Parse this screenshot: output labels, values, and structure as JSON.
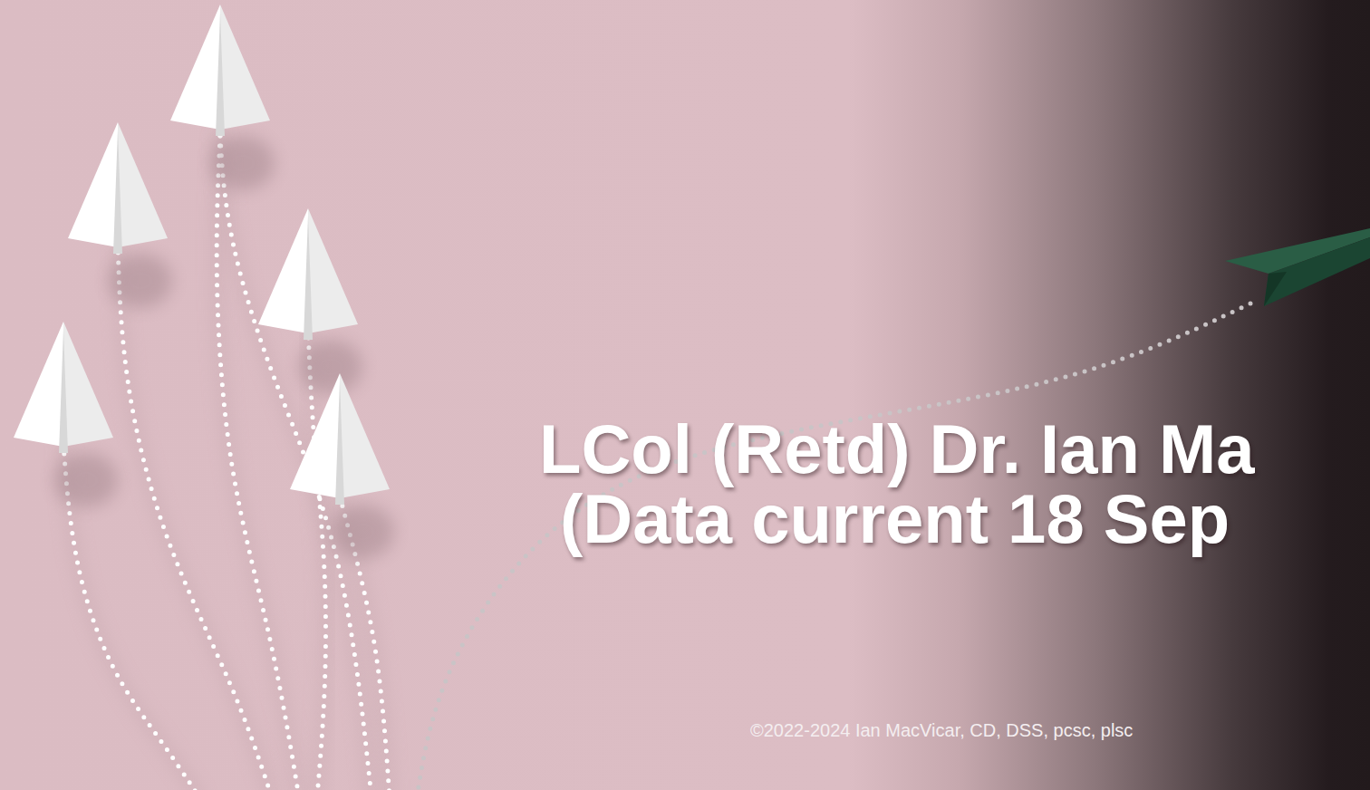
{
  "diagram": {
    "labels": [
      "LCol (Retd) Dr. Ian Ma",
      "(Data current 18 Sep",
      "©2022-2024 Ian MacVicar, CD, DSS, pcsc, plsc"
    ]
  }
}
